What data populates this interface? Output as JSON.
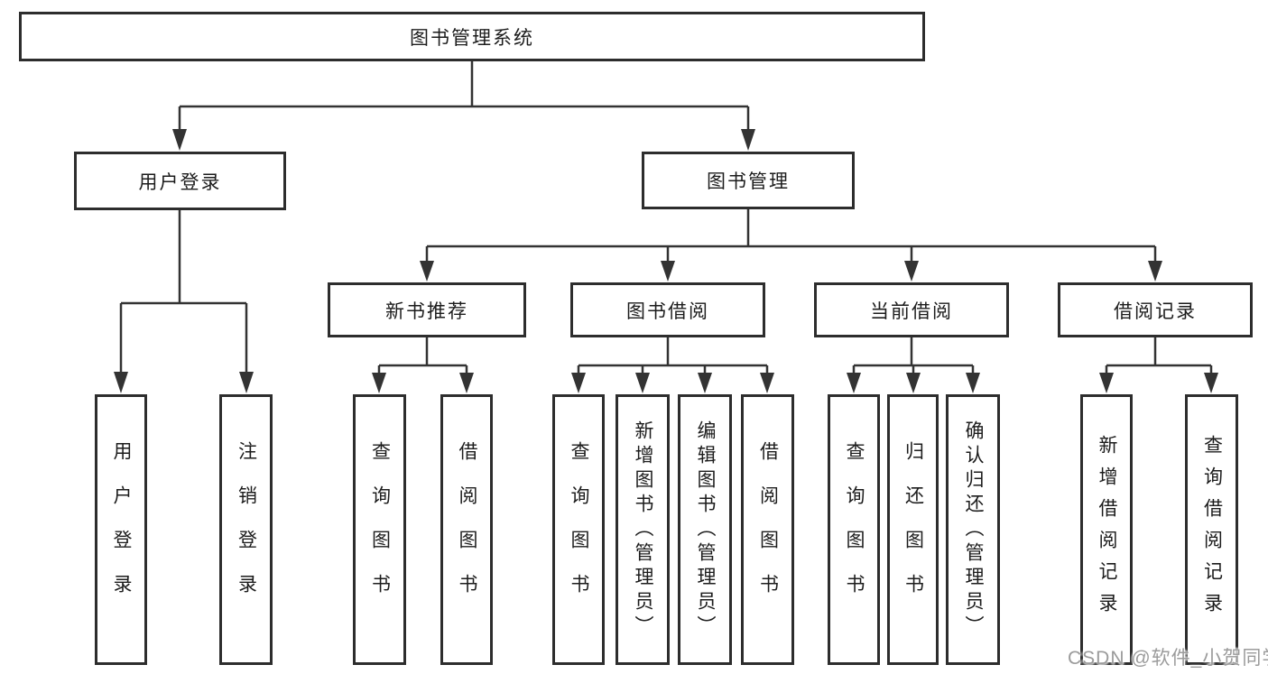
{
  "tree": {
    "root": {
      "label": "图书管理系统",
      "children": [
        {
          "label": "用户登录",
          "children": [
            {
              "label": "用户登录"
            },
            {
              "label": "注销登录"
            }
          ]
        },
        {
          "label": "图书管理",
          "children": [
            {
              "label": "新书推荐",
              "children": [
                {
                  "label": "查询图书"
                },
                {
                  "label": "借阅图书"
                }
              ]
            },
            {
              "label": "图书借阅",
              "children": [
                {
                  "label": "查询图书"
                },
                {
                  "label": "新增图书（管理员）"
                },
                {
                  "label": "编辑图书（管理员）"
                },
                {
                  "label": "借阅图书"
                }
              ]
            },
            {
              "label": "当前借阅",
              "children": [
                {
                  "label": "查询图书"
                },
                {
                  "label": "归还图书"
                },
                {
                  "label": "确认归还（管理员）"
                }
              ]
            },
            {
              "label": "借阅记录",
              "children": [
                {
                  "label": "新增借阅记录"
                },
                {
                  "label": "查询借阅记录"
                }
              ]
            }
          ]
        }
      ]
    }
  },
  "watermark": {
    "text": "CSDN @软件_小贺同学"
  },
  "colors": {
    "line": "#333333",
    "box_border": "#2d2d2d",
    "text": "#1c1c1c",
    "watermark": "#9b9b9b",
    "background": "#ffffff"
  }
}
